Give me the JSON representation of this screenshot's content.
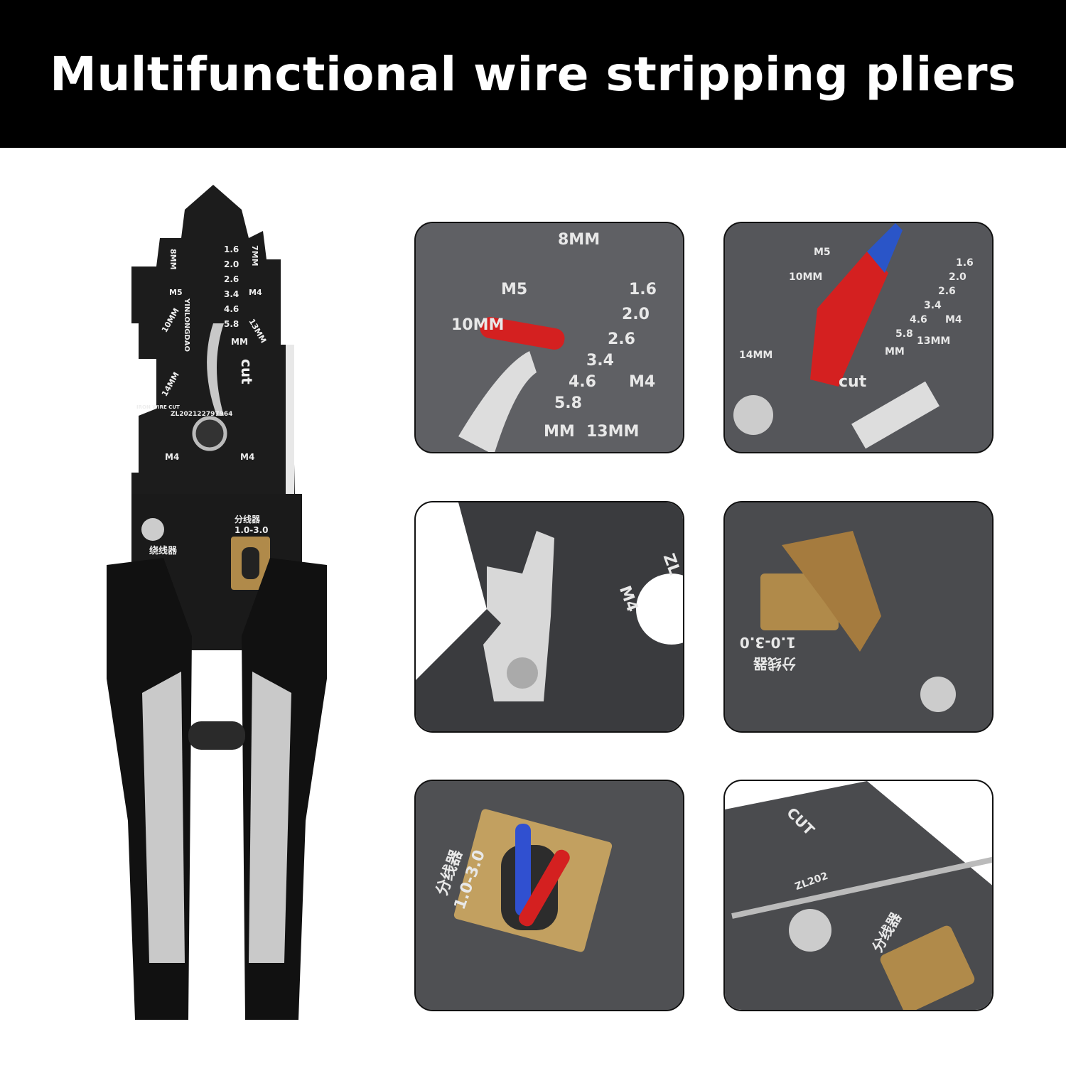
{
  "header": {
    "title": "Multifunctional wire stripping pliers"
  },
  "pliers": {
    "brand": "YINLONGDAO",
    "gauges": [
      "1.6",
      "2.0",
      "2.6",
      "3.4",
      "4.6",
      "5.8"
    ],
    "gauge_unit": "MM",
    "wrench_left": [
      "8MM",
      "M5",
      "10MM",
      "14MM"
    ],
    "wrench_right": [
      "7MM",
      "M4",
      "13MM"
    ],
    "cut_label": "cut",
    "iron_wire_cut": "IRON WIRE CUT",
    "patent": "ZL202122797964",
    "hole_left": "M4",
    "hole_right": "M4",
    "splitter_label": "分线器",
    "splitter_range": "1.0-3.0",
    "winder_label": "绕线器"
  },
  "panels": [
    {
      "labels": [
        "M5",
        "10MM",
        "8MM",
        "1.6",
        "2.0",
        "2.6",
        "3.4",
        "4.6",
        "5.8",
        "MM",
        "M4",
        "13MM"
      ]
    },
    {
      "labels": [
        "M5",
        "10MM",
        "14MM",
        "1.6",
        "2.0",
        "2.6",
        "3.4",
        "4.6",
        "5.8",
        "MM",
        "M4",
        "13MM",
        "cut"
      ]
    },
    {
      "labels": [
        "M4",
        "ZL"
      ]
    },
    {
      "labels": [
        "分线器",
        "1.0-3.0"
      ]
    },
    {
      "labels": [
        "分线器",
        "1.0-3.0"
      ]
    },
    {
      "labels": [
        "CUT",
        "分线器",
        "ZL202"
      ]
    }
  ],
  "colors": {
    "header_bg": "#000000",
    "tool_body": "#1a1a1a",
    "chrome": "#c9c9c9",
    "brass": "#b08a4a",
    "wire_red": "#d42020"
  }
}
